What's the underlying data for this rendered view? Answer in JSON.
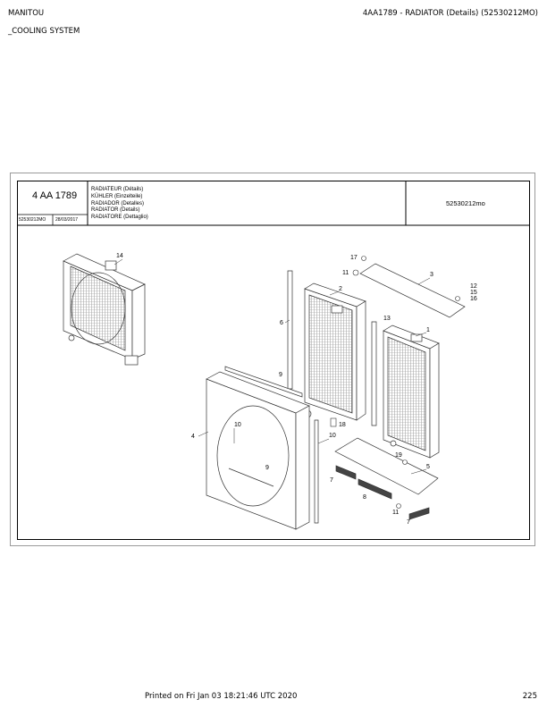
{
  "header": {
    "brand": "MANITOU",
    "section": "_COOLING SYSTEM",
    "title": "4AA1789 - RADIATOR  (Details) (52530212MO)"
  },
  "title_block": {
    "code": "4 AA 1789",
    "ref": "52530212MO",
    "date": "28/03/2017",
    "names": [
      "RADIATEUR  (Détails)",
      "KÜHLER (Einzelteile)",
      "RADIADOR  (Detalles)",
      "RADIATOR  (Details)",
      "RADIATORE (Dettaglio)"
    ],
    "part_ref": "52530212mo"
  },
  "callouts": [
    "1",
    "2",
    "3",
    "4",
    "5",
    "6",
    "7",
    "7",
    "8",
    "9",
    "9",
    "10",
    "10",
    "11",
    "11",
    "12",
    "13",
    "14",
    "15",
    "16",
    "17",
    "18",
    "19"
  ],
  "footer": {
    "printed": "Printed on  Fri Jan 03 18:21:46 UTC 2020",
    "page": "225"
  }
}
